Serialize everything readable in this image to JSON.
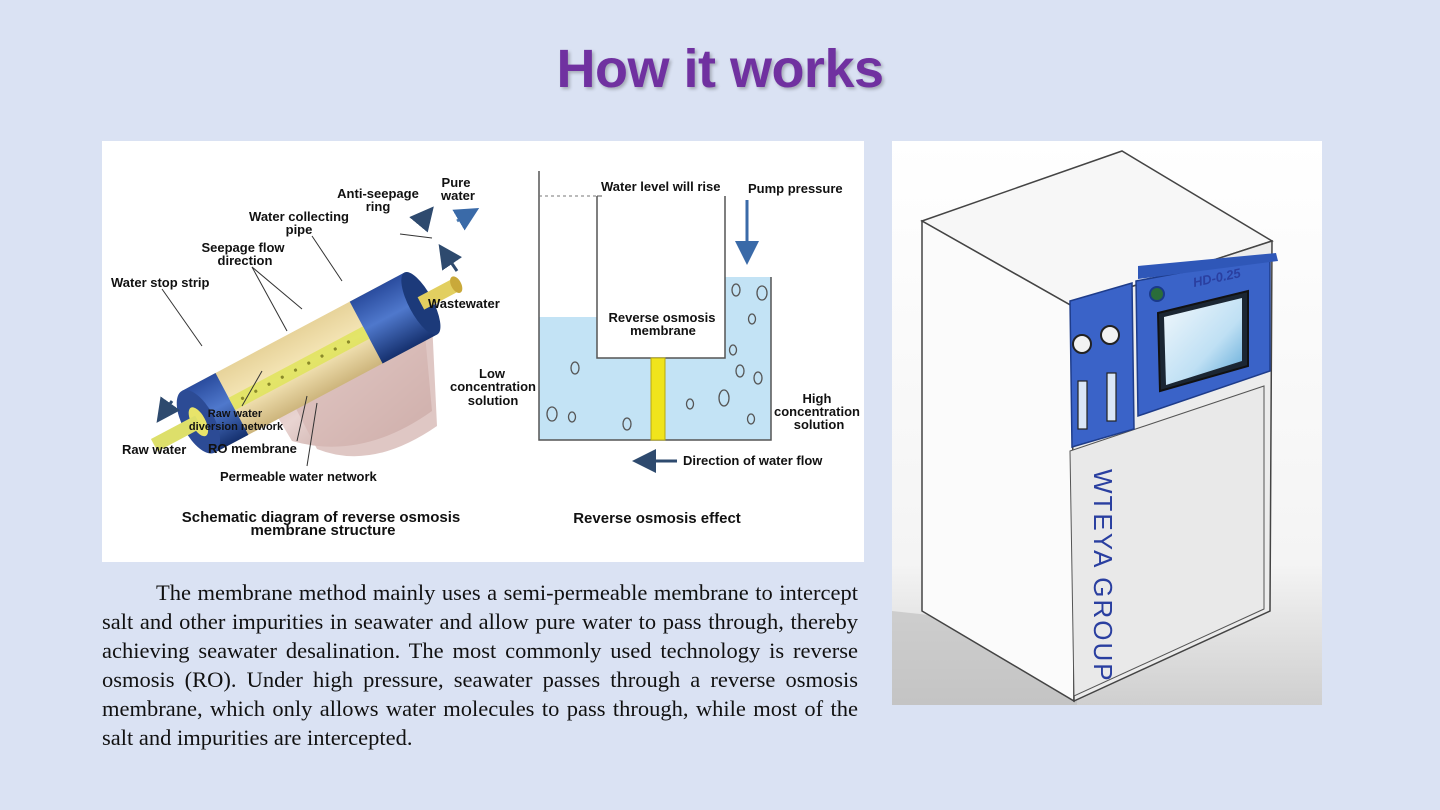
{
  "slide": {
    "title": "How it works",
    "paragraph": "The membrane method mainly uses a semi-permeable membrane to intercept salt and other impurities in seawater and allow pure water to pass through, thereby achieving seawater desalination. The most commonly used technology is reverse osmosis (RO). Under high pressure, seawater passes through a reverse osmosis membrane, which only allows water molecules to pass through, while most of the salt and impurities are intercepted."
  },
  "membrane_diagram": {
    "caption_line1": "Schematic diagram of reverse osmosis",
    "caption_line2": "membrane structure",
    "labels": {
      "anti_seepage_l1": "Anti-seepage",
      "anti_seepage_l2": "ring",
      "pure_water_l1": "Pure",
      "pure_water_l2": "water",
      "collecting_pipe_l1": "Water collecting",
      "collecting_pipe_l2": "pipe",
      "seepage_flow_l1": "Seepage flow",
      "seepage_flow_l2": "direction",
      "water_stop_strip": "Water stop strip",
      "wastewater": "Wastewater",
      "raw_water_diversion_l1": "Raw water",
      "raw_water_diversion_l2": "diversion network",
      "raw_water": "Raw water",
      "ro_membrane": "RO membrane",
      "permeable_network": "Permeable water network"
    }
  },
  "osmosis_diagram": {
    "caption": "Reverse osmosis effect",
    "labels": {
      "water_level": "Water level will rise",
      "pump_pressure": "Pump pressure",
      "membrane_l1": "Reverse osmosis",
      "membrane_l2": "membrane",
      "low_l1": "Low",
      "low_l2": "concentration",
      "low_l3": "solution",
      "high_l1": "High",
      "high_l2": "concentration",
      "high_l3": "solution",
      "flow_direction": "Direction of water flow"
    }
  },
  "machine": {
    "model": "HD-0.25",
    "brand": "WTEYA GROUP",
    "accent_color": "#3a63c8"
  }
}
